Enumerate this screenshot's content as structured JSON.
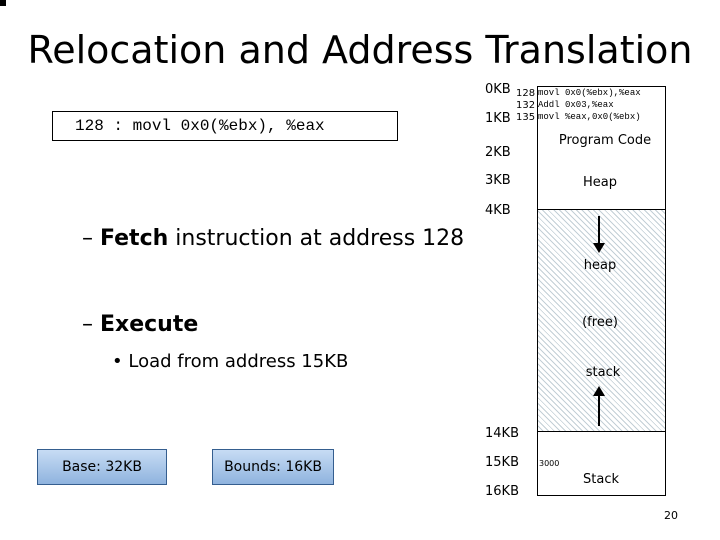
{
  "slide": {
    "title": "Relocation and Address Translation",
    "instruction_box": "128 : movl 0x0(%ebx), %eax",
    "bullets": {
      "fetch_dash": "–",
      "fetch_bold": "Fetch",
      "fetch_rest": " instruction at address 128",
      "execute_dash": "–",
      "execute_bold": "Execute",
      "load_bullet": "•",
      "load_text": "Load from address 15KB"
    },
    "registers": {
      "base": "Base: 32KB",
      "bounds": "Bounds: 16KB"
    },
    "page_number": "20"
  },
  "memory": {
    "addresses": {
      "a0": "0KB",
      "a1": "1KB",
      "a2": "2KB",
      "a3": "3KB",
      "a4": "4KB",
      "a14": "14KB",
      "a15": "15KB",
      "a16": "16KB"
    },
    "code": [
      {
        "addr": "128",
        "text": "movl 0x0(%ebx),%eax"
      },
      {
        "addr": "132",
        "text": "Addl 0x03,%eax"
      },
      {
        "addr": "135",
        "text": "movl %eax,0x0(%ebx)"
      }
    ],
    "segments": {
      "program_code": "Program Code",
      "heap_upper": "Heap",
      "heap_lower": "heap",
      "free": "(free)",
      "stack_lower": "stack",
      "stack_upper": "Stack",
      "stack_value": "3000"
    },
    "colors": {
      "register_fill": "#a9c6ea",
      "register_border": "#355e8f",
      "hatch": "#c3cfd6"
    }
  }
}
